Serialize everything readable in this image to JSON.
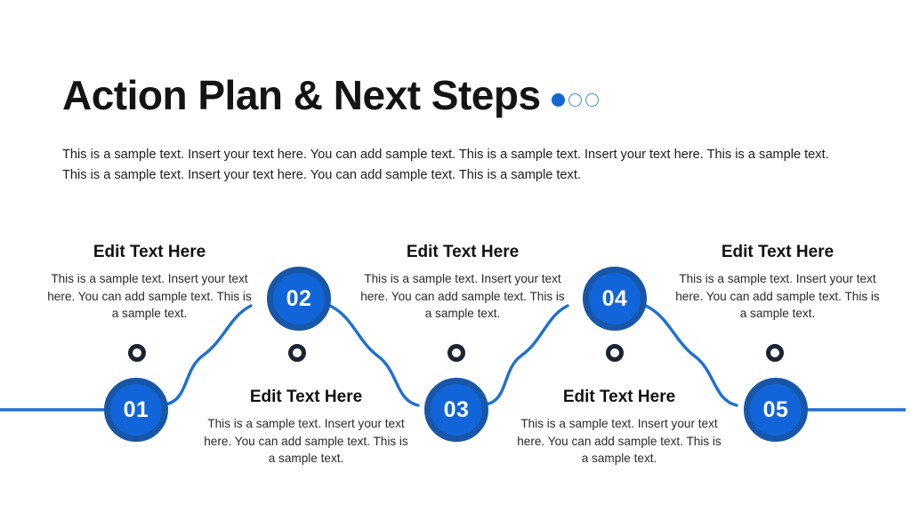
{
  "slide": {
    "title": "Action Plan & Next Steps",
    "title_dots": [
      "filled",
      "hollow",
      "hollow"
    ],
    "subtitle": "This is a sample text. Insert your text here. You can add sample text. This is a sample text. Insert your text here. This is a sample text. This is a sample text. Insert your text here. You can add sample text. This is a sample text."
  },
  "colors": {
    "accent_blue": "#1165d8",
    "ring_blue": "#1857a8",
    "line_blue": "#1f6fd0",
    "marker_dark": "#1c2433",
    "title_dot_filled": "#1268d3",
    "title_dot_hollow_border": "#3f8ae0",
    "text_dark": "#141414"
  },
  "steps": [
    {
      "number": "01",
      "heading": "Edit Text Here",
      "body": "This is a sample text. Insert your text here. You can add sample text. This is a sample text."
    },
    {
      "number": "02",
      "heading": "Edit Text Here",
      "body": "This is a sample text. Insert your text here. You can add sample text. This is a sample text."
    },
    {
      "number": "03",
      "heading": "Edit Text Here",
      "body": "This is a sample text. Insert your text here. You can add sample text. This is a sample text."
    },
    {
      "number": "04",
      "heading": "Edit Text Here",
      "body": "This is a sample text. Insert your text here. You can add sample text. This is a sample text."
    },
    {
      "number": "05",
      "heading": "Edit Text Here",
      "body": "This is a sample text. Insert your text here. You can add sample text. This is a sample text."
    }
  ]
}
